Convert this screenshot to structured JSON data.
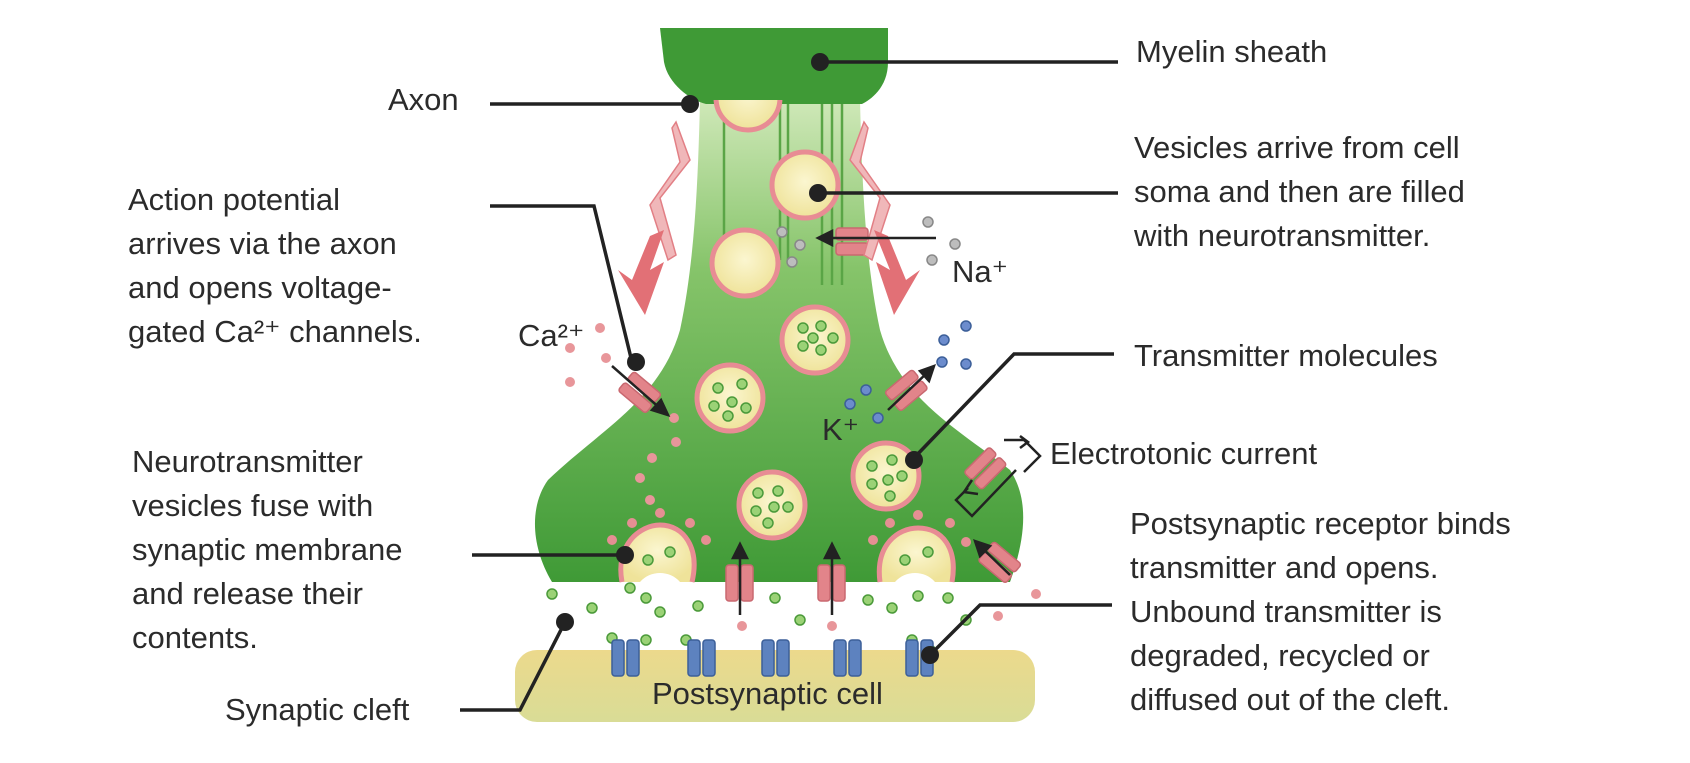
{
  "labels": {
    "myelin": "Myelin sheath",
    "axon": "Axon",
    "vesicles_arrive": [
      "Vesicles arrive from cell",
      "soma and then are filled",
      "with neurotransmitter."
    ],
    "action_potential": [
      "Action potential",
      "arrives via the axon",
      "and opens voltage-",
      "gated Ca²⁺ channels."
    ],
    "transmitter_molecules": "Transmitter molecules",
    "electrotonic": "Electrotonic current",
    "fuse": [
      "Neurotransmitter",
      "vesicles fuse with",
      "synaptic membrane",
      "and release their",
      "contents."
    ],
    "postsynaptic_receptor": [
      "Postsynaptic receptor binds",
      "transmitter and opens.",
      "Unbound transmitter is",
      "degraded, recycled or",
      "diffused out of the cleft."
    ],
    "synaptic_cleft": "Synaptic cleft",
    "postsynaptic_cell": "Postsynaptic cell"
  },
  "ions": {
    "sodium": "Na⁺",
    "calcium": "Ca²⁺",
    "potassium": "K⁺"
  },
  "colors": {
    "myelin": "#3f9a36",
    "terminal": "#5fb046",
    "axon_light": "#b9dca0",
    "vesicle_fill": "#f3ecaa",
    "vesicle_ring": "#e88c94",
    "channel": "#e2848a",
    "receptor": "#5d82bf",
    "postsynaptic_cell": "#e5d88c",
    "transmitter": "#8cc96b",
    "sodium_ion": "#a8a8a8",
    "potassium_ion": "#5776b8",
    "calcium_ion": "#e58f93",
    "leader": "#222222"
  }
}
